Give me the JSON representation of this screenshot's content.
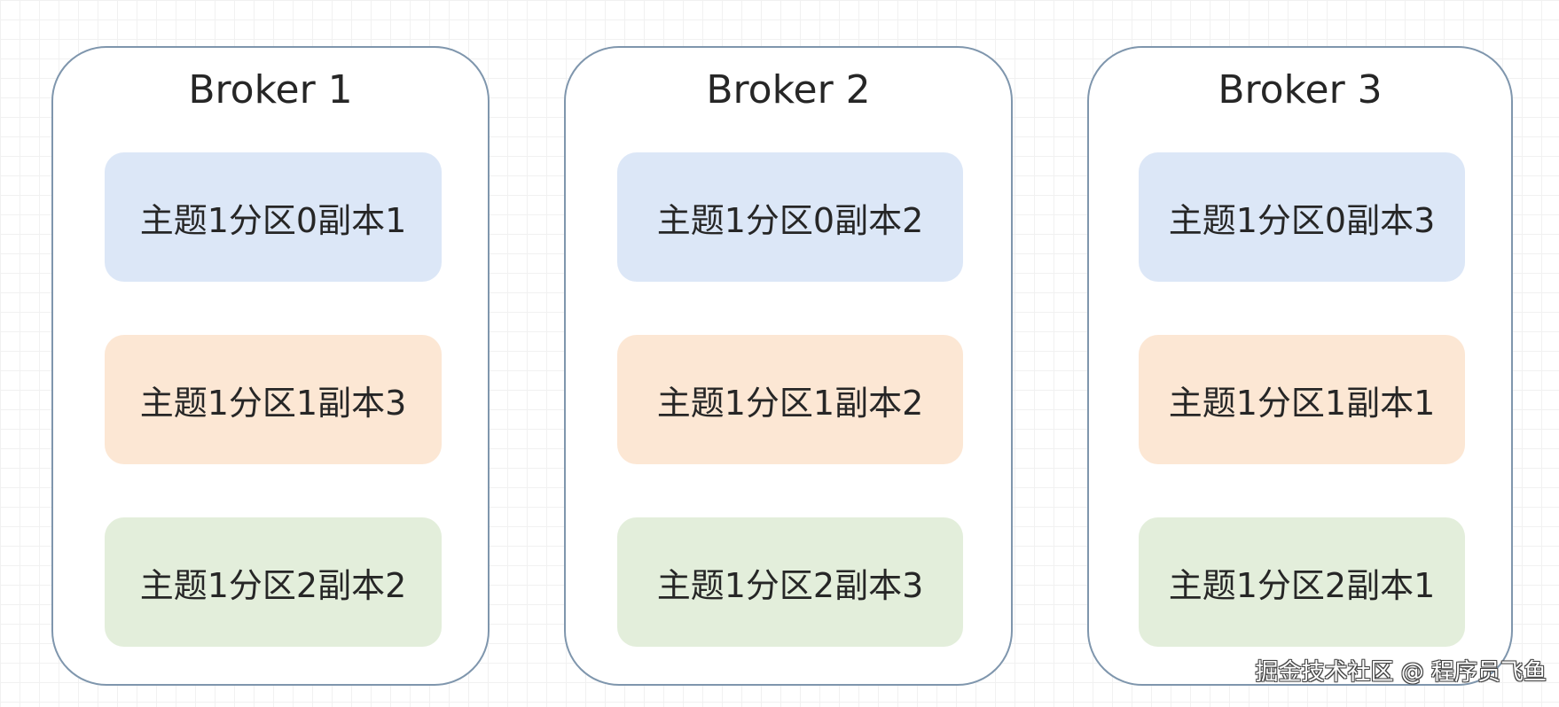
{
  "colors": {
    "partition_0": "#dce7f7",
    "partition_1": "#fce7d4",
    "partition_2": "#e3eedb",
    "broker_border": "#7f96ad"
  },
  "brokers": [
    {
      "title": "Broker 1",
      "replicas": [
        {
          "label": "主题1分区0副本1",
          "partition": 0
        },
        {
          "label": "主题1分区1副本3",
          "partition": 1
        },
        {
          "label": "主题1分区2副本2",
          "partition": 2
        }
      ]
    },
    {
      "title": "Broker 2",
      "replicas": [
        {
          "label": "主题1分区0副本2",
          "partition": 0
        },
        {
          "label": "主题1分区1副本2",
          "partition": 1
        },
        {
          "label": "主题1分区2副本3",
          "partition": 2
        }
      ]
    },
    {
      "title": "Broker 3",
      "replicas": [
        {
          "label": "主题1分区0副本3",
          "partition": 0
        },
        {
          "label": "主题1分区1副本1",
          "partition": 1
        },
        {
          "label": "主题1分区2副本1",
          "partition": 2
        }
      ]
    }
  ],
  "watermark": "掘金技术社区 @ 程序员飞鱼"
}
